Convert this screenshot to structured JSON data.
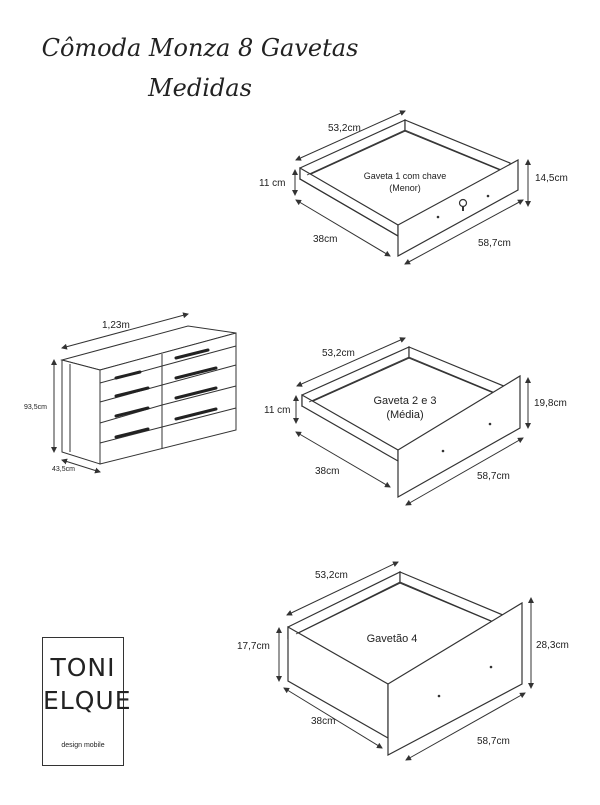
{
  "title": {
    "line1": "Cômoda Monza 8 Gavetas",
    "line2": "Medidas"
  },
  "drawer1": {
    "width": "53,2cm",
    "inner_height": "11 cm",
    "depth": "38cm",
    "front_width": "58,7cm",
    "front_height": "14,5cm",
    "label_line1": "Gaveta 1 com chave",
    "label_line2": "(Menor)"
  },
  "dresser": {
    "width": "1,23m",
    "height": "93,5cm",
    "depth": "43,5cm"
  },
  "drawer2": {
    "width": "53,2cm",
    "inner_height": "11 cm",
    "depth": "38cm",
    "front_width": "58,7cm",
    "front_height": "19,8cm",
    "label_line1": "Gaveta 2 e 3",
    "label_line2": "(Média)"
  },
  "drawer3": {
    "width": "53,2cm",
    "inner_height": "17,7cm",
    "depth": "38cm",
    "front_width": "58,7cm",
    "front_height": "28,3cm",
    "label_line1": "Gavetão 4"
  },
  "logo": {
    "line1": "TONI",
    "line2": "ELQUE",
    "tagline": "design mobile"
  }
}
